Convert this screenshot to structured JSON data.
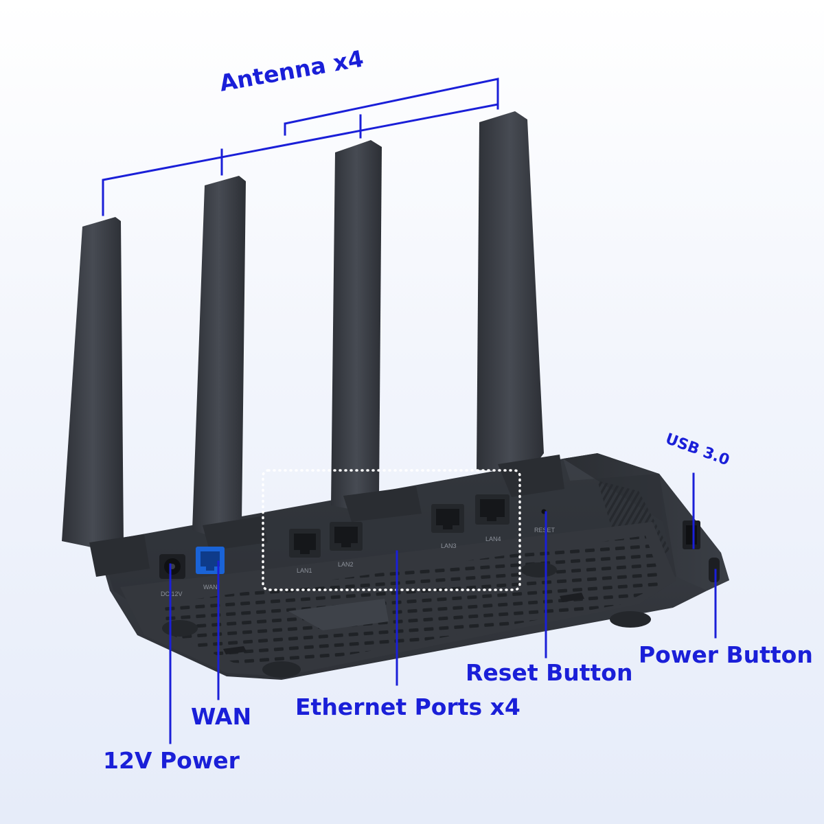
{
  "callouts": {
    "antenna": "Antenna x4",
    "usb": "USB 3.0",
    "power_button": "Power Button",
    "reset_button": "Reset Button",
    "ethernet": "Ethernet Ports x4",
    "wan": "WAN",
    "power_12v": "12V Power"
  },
  "port_labels": {
    "dc": "DC 12V",
    "wan": "WAN",
    "lan1": "LAN1",
    "lan2": "LAN2",
    "lan3": "LAN3",
    "lan4": "LAN4",
    "reset": "RESET"
  },
  "colors": {
    "callout": "#1a1fd8",
    "router_body": "#33373e",
    "wan_port": "#1a63d6",
    "background": "#eef2fb"
  }
}
